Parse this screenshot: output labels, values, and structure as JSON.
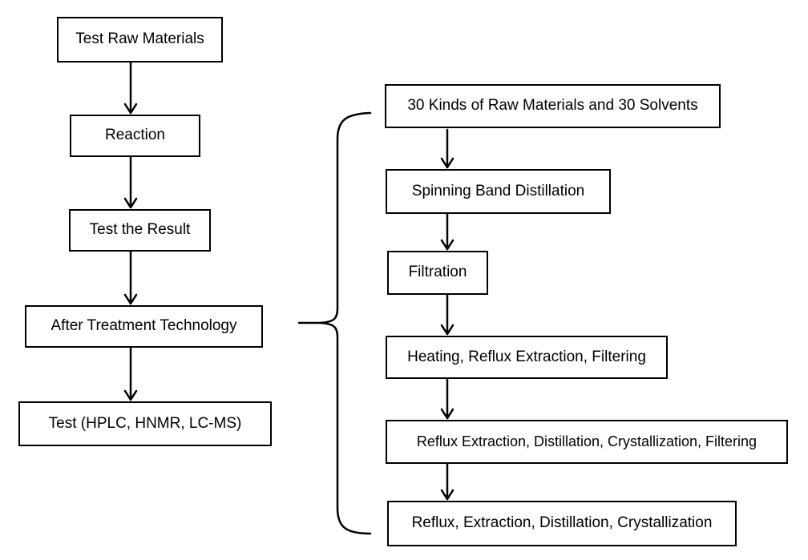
{
  "flowchart": {
    "background_color": "#ffffff",
    "line_color": "#000000",
    "box_fill_color": "#ffffff",
    "left_column": {
      "nodes": [
        {
          "label": "Test Raw Materials"
        },
        {
          "label": "Reaction"
        },
        {
          "label": "Test the Result"
        },
        {
          "label": "After Treatment Technology"
        },
        {
          "label": "Test (HPLC, HNMR, LC-MS)"
        }
      ],
      "edges": [
        "Test Raw Materials -> Reaction",
        "Reaction -> Test the Result",
        "Test the Result -> After Treatment Technology",
        "After Treatment Technology -> Test (HPLC, HNMR, LC-MS)"
      ]
    },
    "right_column": {
      "nodes": [
        {
          "label": "30 Kinds of Raw Materials and 30 Solvents"
        },
        {
          "label": "Spinning Band Distillation"
        },
        {
          "label": "Filtration"
        },
        {
          "label": "Heating, Reflux Extraction, Filtering"
        },
        {
          "label": "Reflux Extraction, Distillation, Crystallization, Filtering"
        },
        {
          "label": "Reflux, Extraction, Distillation, Crystallization"
        }
      ],
      "edges": [
        "30 Kinds of Raw Materials and 30 Solvents -> Spinning Band Distillation",
        "Spinning Band Distillation -> Filtration",
        "Filtration -> Heating, Reflux Extraction, Filtering",
        "Heating, Reflux Extraction, Filtering -> Reflux Extraction, Distillation, Crystallization, Filtering",
        "Reflux Extraction, Distillation, Crystallization, Filtering -> Reflux, Extraction, Distillation, Crystallization"
      ]
    },
    "brace_connector": {
      "shape": "curly-brace",
      "from": "After Treatment Technology",
      "groups": "right column steps"
    }
  }
}
